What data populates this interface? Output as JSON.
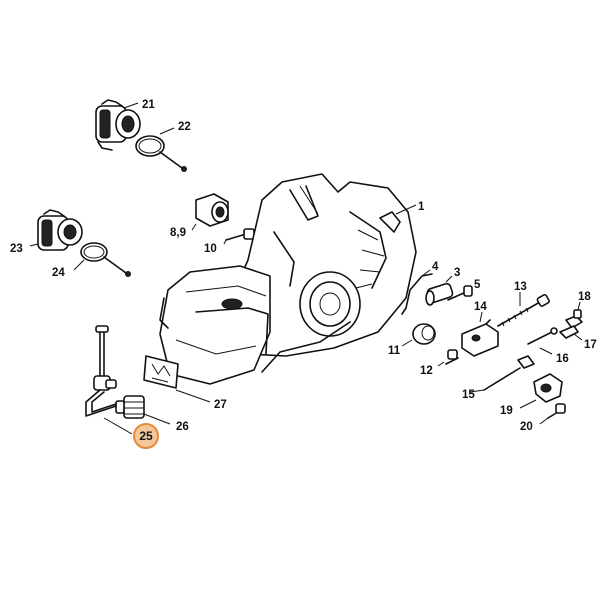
{
  "highlight": {
    "label": "25",
    "color": "#e8893a",
    "fill": "#f3c79a"
  },
  "callouts": {
    "p1": "1",
    "p4": "4",
    "p3": "3",
    "p5": "5",
    "p13": "13",
    "p14": "14",
    "p18": "18",
    "p11": "11",
    "p17": "17",
    "p16": "16",
    "p12": "12",
    "p15": "15",
    "p19": "19",
    "p20": "20",
    "p21": "21",
    "p22": "22",
    "p23": "23",
    "p24": "24",
    "p89": "8,9",
    "p10": "10",
    "p26": "26",
    "p27": "27",
    "p25": "25"
  }
}
